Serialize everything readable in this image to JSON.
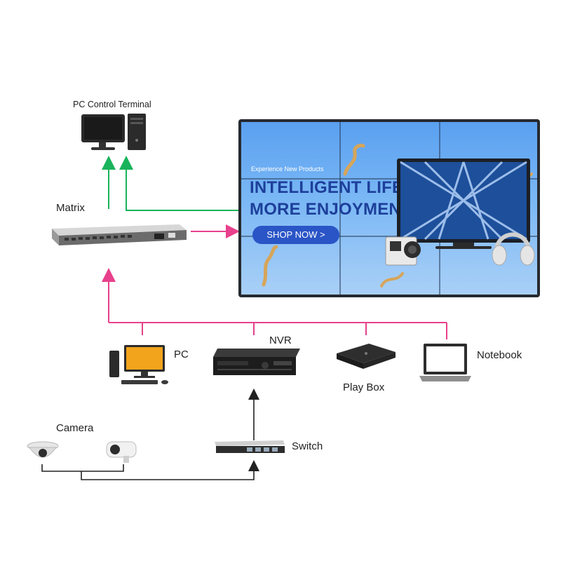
{
  "labels": {
    "pc_control_terminal": "PC Control Terminal",
    "matrix": "Matrix",
    "pc": "PC",
    "nvr": "NVR",
    "play_box": "Play Box",
    "notebook": "Notebook",
    "camera": "Camera",
    "switch": "Switch"
  },
  "ad": {
    "eyebrow": "Experience New Products",
    "headline_1": "INTELLIGENT LIFE",
    "headline_2": "MORE ENJOYMENT",
    "cta": "SHOP NOW >"
  },
  "colors": {
    "green_link": "#19b35b",
    "pink_link": "#e8408c",
    "black_link": "#222222",
    "headline": "#1d3f9a",
    "cta_bg": "#2a55c6"
  }
}
